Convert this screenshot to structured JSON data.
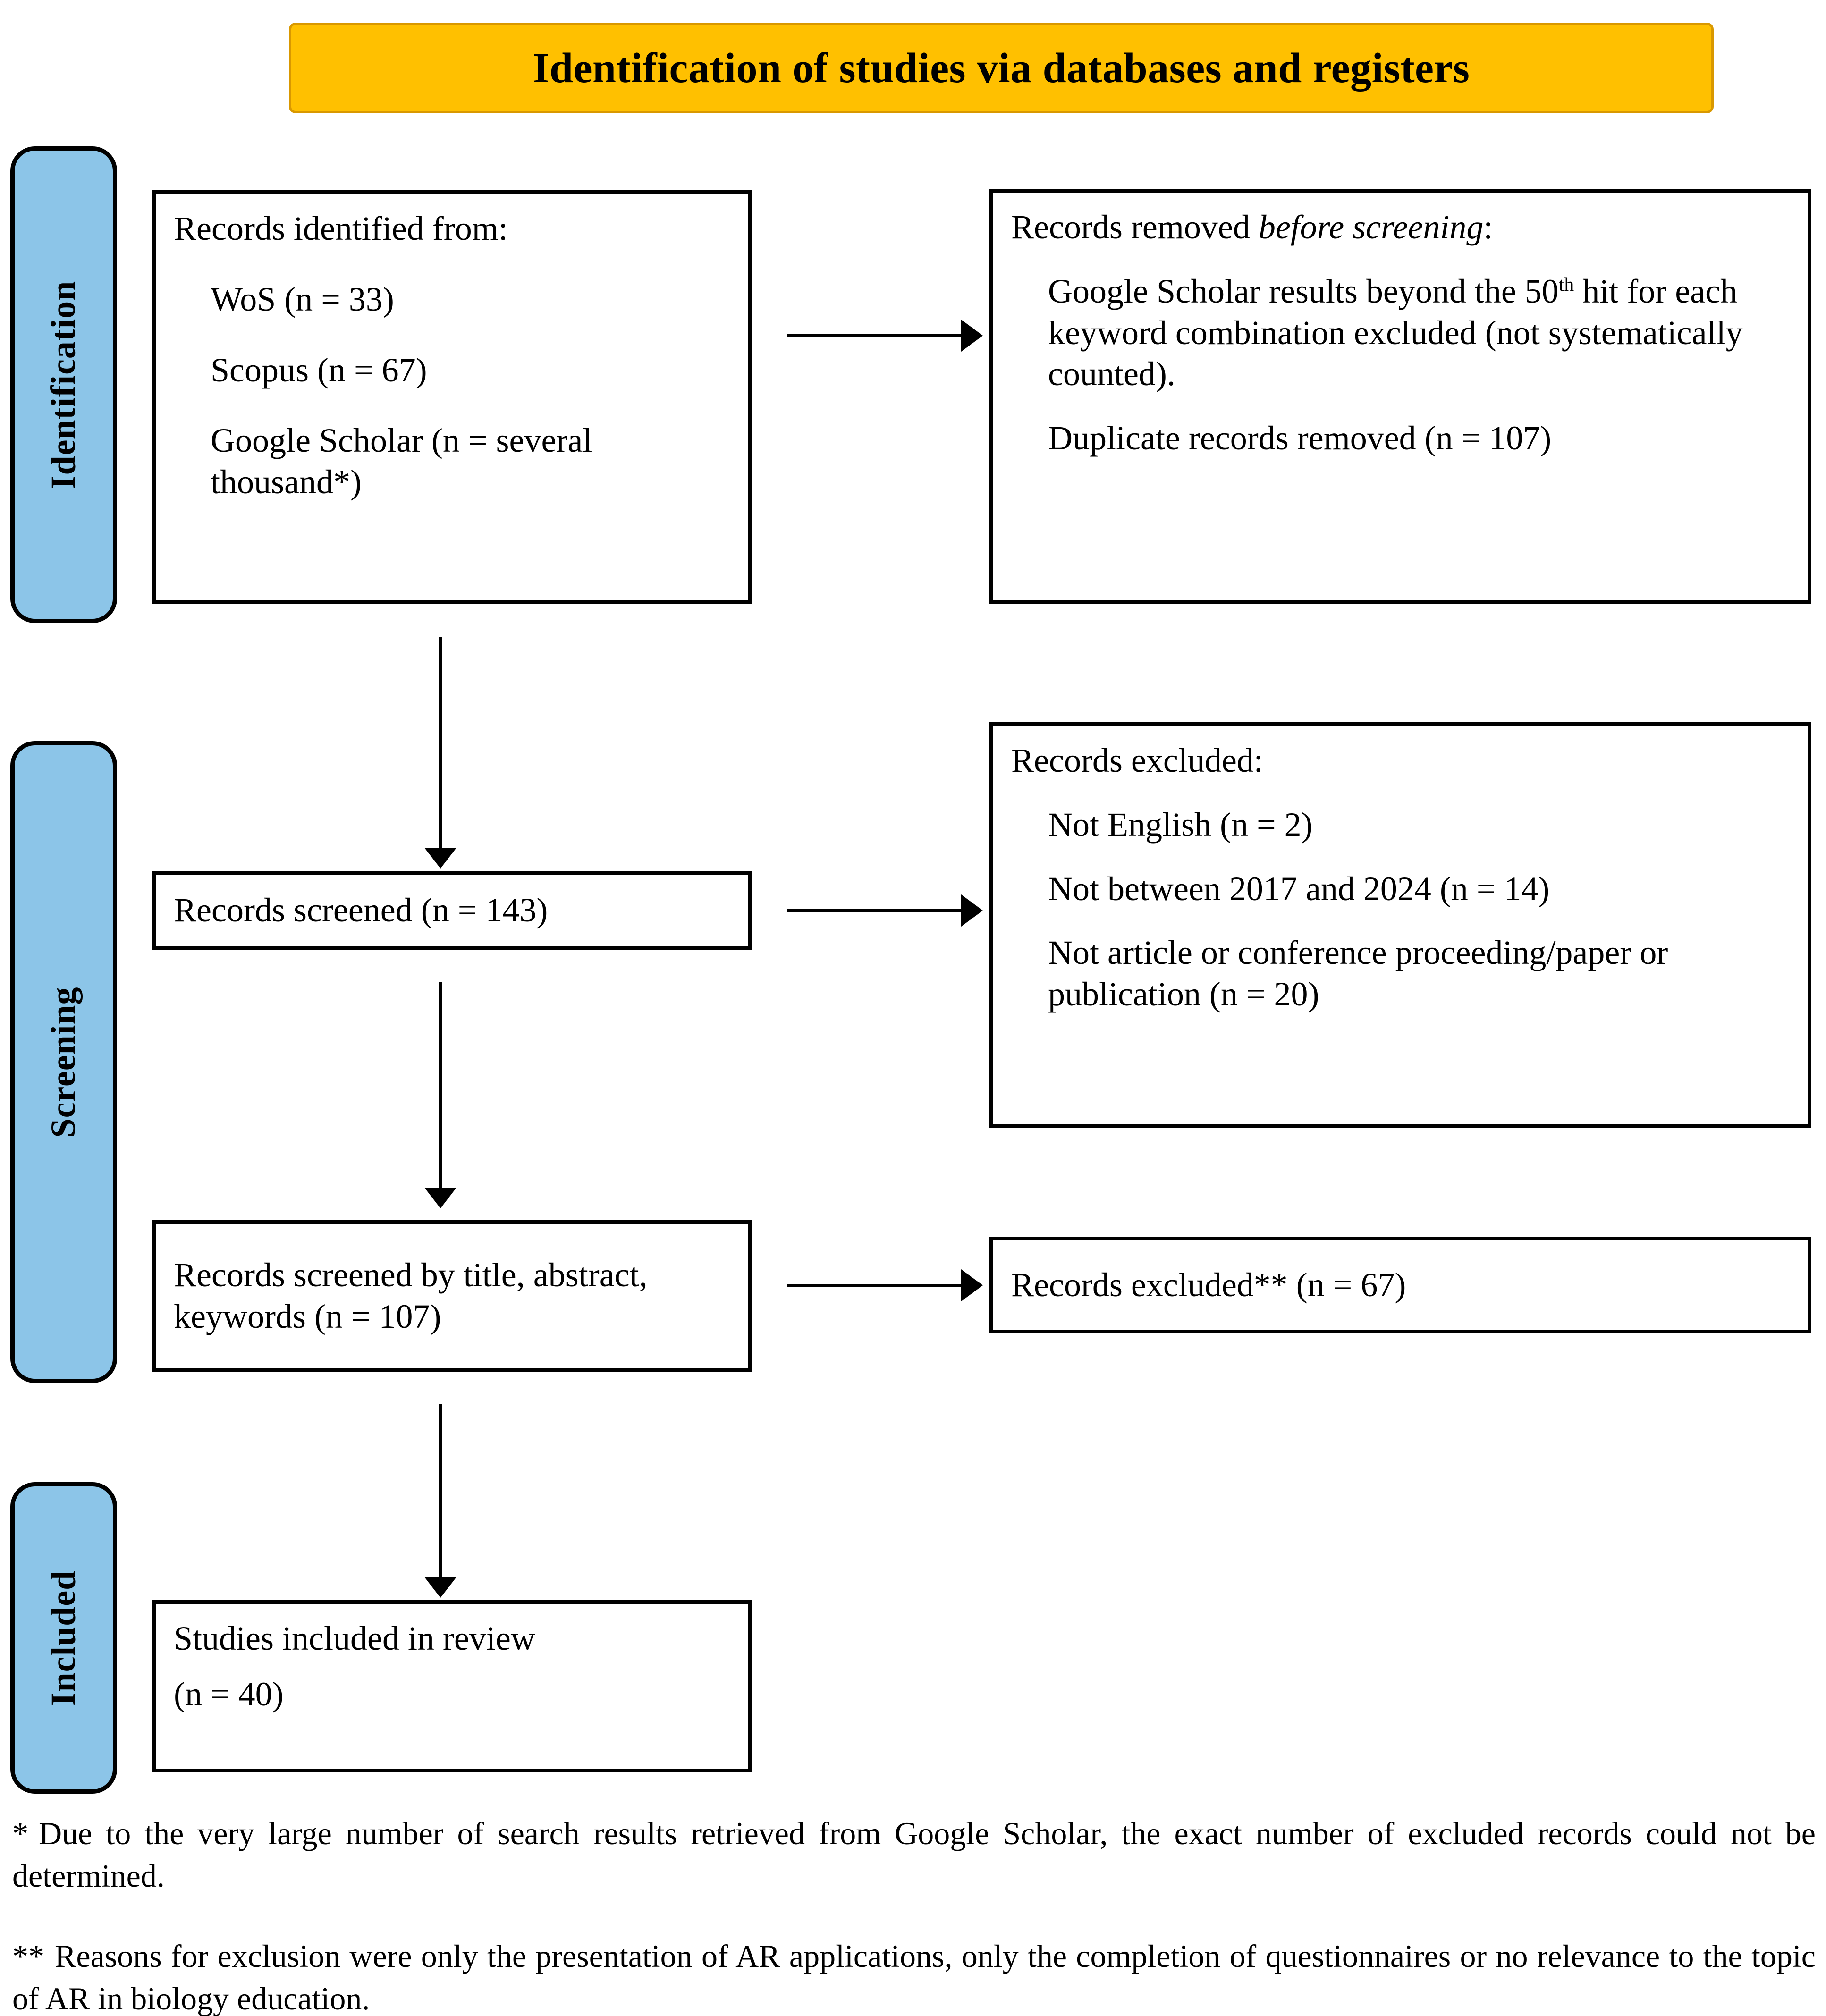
{
  "diagram": {
    "type": "prisma-flow-diagram",
    "banner": {
      "title": "Identification of studies via databases and registers",
      "background_color": "#FFC000",
      "border_color": "#D99800"
    },
    "phase_bar_color": "#8CC5E8",
    "phases": [
      {
        "id": "identification",
        "label": "Identification"
      },
      {
        "id": "screening",
        "label": "Screening"
      },
      {
        "id": "included",
        "label": "Included"
      }
    ],
    "boxes": {
      "records_identified": {
        "heading": "Records identified from:",
        "lines": [
          "WoS (n = 33)",
          "Scopus (n = 67)",
          "Google Scholar (n = several thousand*)"
        ]
      },
      "records_removed": {
        "heading_plain": "Records removed ",
        "heading_italic": "before screening",
        "heading_tail": ":",
        "line1": "Google Scholar results beyond the 50",
        "line1_sup": "th",
        "line1_cont": " hit for each keyword combination excluded (not systematically counted).",
        "line2": "Duplicate records removed (n = 107)"
      },
      "records_screened": {
        "text": "Records screened (n = 143)"
      },
      "records_excluded": {
        "heading": "Records excluded:",
        "lines": [
          "Not English (n = 2)",
          "Not between 2017 and 2024 (n = 14)",
          "Not article or conference proceeding/paper or publication (n = 20)"
        ]
      },
      "records_screened_by_title": {
        "text": "Records screened by title, abstract, keywords (n = 107)"
      },
      "records_excluded_double_star": {
        "text": "Records excluded** (n = 67)"
      },
      "studies_included": {
        "line1": "Studies included in review",
        "line2": "(n = 40)"
      }
    },
    "footnotes": [
      {
        "marker": "*",
        "text": "Due to the very large number of search results retrieved from Google Scholar, the exact number of excluded records could not be determined."
      },
      {
        "marker": "**",
        "text": "Reasons for exclusion were only the presentation of AR applications, only the completion of questionnaires or no relevance to the topic of AR in biology education."
      }
    ]
  }
}
